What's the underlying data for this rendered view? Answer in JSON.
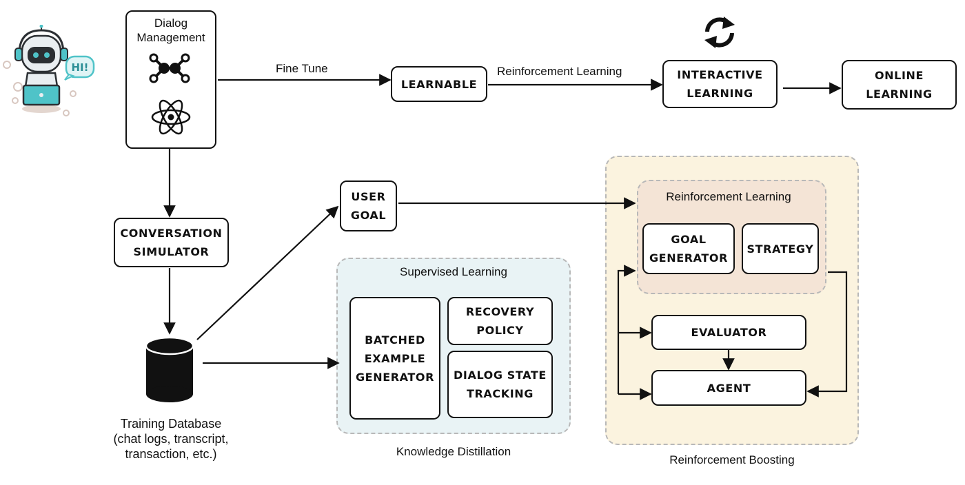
{
  "dialog_management": {
    "title": "Dialog Management"
  },
  "nodes": {
    "learnable": "LEARNABLE",
    "interactive_learning": "INTERACTIVE\nLEARNING",
    "online_learning": "ONLINE\nLEARNING",
    "conversation_simulator": "CONVERSATION\nSIMULATOR",
    "user_goal": "USER\nGOAL",
    "goal_generator": "GOAL\nGENERATOR",
    "strategy": "STRATEGY",
    "evaluator": "EVALUATOR",
    "agent": "AGENT",
    "batched_example_generator": "BATCHED\nEXAMPLE\nGENERATOR",
    "recovery_policy": "RECOVERY\nPOLICY",
    "dialog_state_tracking": "DIALOG STATE\nTRACKING"
  },
  "edge_labels": {
    "fine_tune": "Fine Tune",
    "reinforcement_learning": "Reinforcement Learning"
  },
  "regions": {
    "supervised_learning": "Supervised Learning",
    "knowledge_distillation": "Knowledge Distillation",
    "reinforcement_learning_inner": "Reinforcement Learning",
    "reinforcement_boosting": "Reinforcement Boosting"
  },
  "database": {
    "label": "Training Database\n(chat logs, transcript,\ntransaction, etc.)"
  },
  "robot": {
    "speech": "HI!"
  },
  "icons": [
    "robot-mascot-icon",
    "graph-network-icon",
    "atom-icon",
    "refresh-cycle-icon",
    "database-icon"
  ],
  "colors": {
    "knowledge_region_fill": "#e9f3f5",
    "boosting_region_fill": "#fbf3df",
    "rl_inner_fill": "#f4e4d6",
    "stroke": "#111111",
    "robot_accent": "#4fc3c8"
  }
}
